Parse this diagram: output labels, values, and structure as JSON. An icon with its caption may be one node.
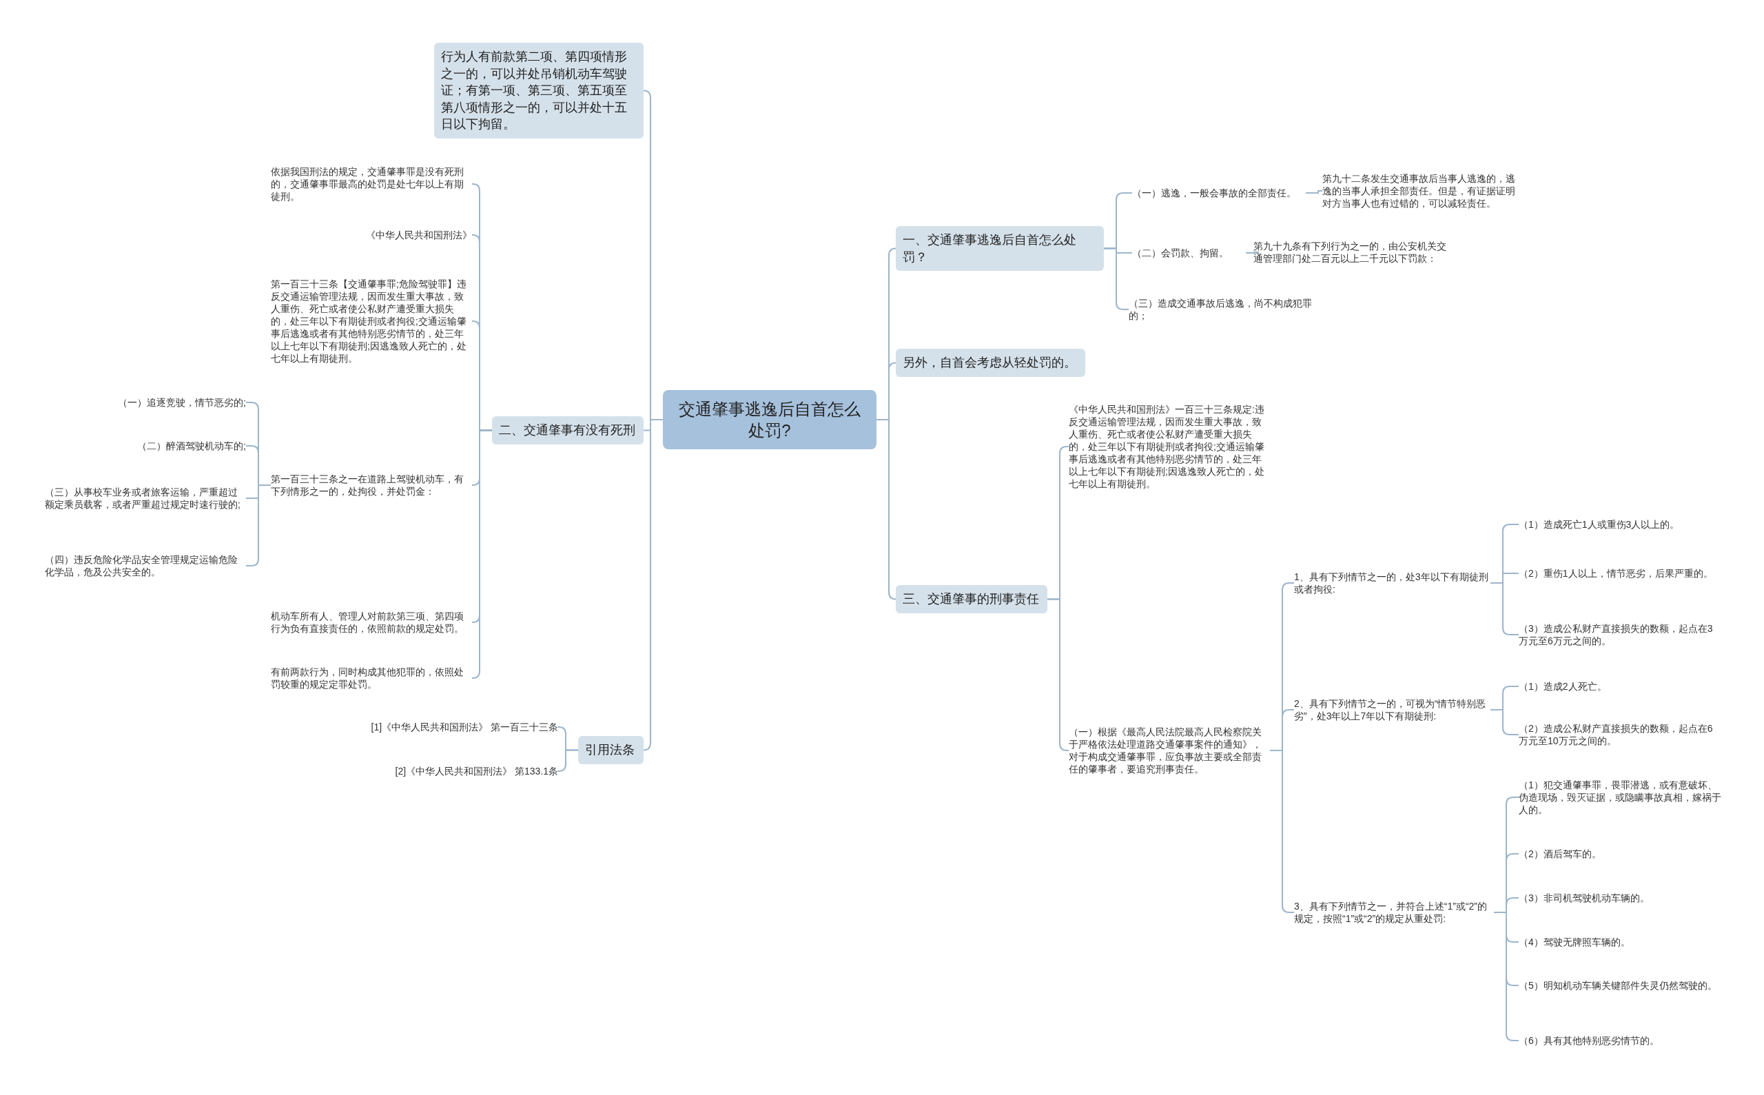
{
  "diagram": {
    "nodes": [
      {
        "text": [
          "交通肇事逃逸后自首怎么处罚?"
        ]
      },
      {
        "text": [
          "行为人有前款第二项、第四项情形之一的，可以并处吊销机动车驾驶证；有第一项、第三项、第五项至第八项情形之一的，可以并处十五日以下拘留。"
        ]
      },
      {
        "text": [
          "二、交通肇事有没有死刑"
        ]
      },
      {
        "text": [
          "依据我国刑法的规定，交通肇事罪是没有死刑的，交通肇事罪最高的处罚是处七年以上有期徒刑。"
        ]
      },
      {
        "text": [
          "《中华人民共和国刑法》"
        ]
      },
      {
        "text": [
          "第一百三十三条【交通肇事罪;危险驾驶罪】违反交通运输管理法规，因而发生重大事故，致人重伤、死亡或者使公私财产遭受重大损失的，处三年以下有期徒刑或者拘役;交通运输肇事后逃逸或者有其他特别恶劣情节的，处三年以上七年以下有期徒刑;因逃逸致人死亡的，处七年以上有期徒刑。"
        ]
      },
      {
        "text": [
          "第一百三十三条之一在道路上驾驶机动车，有下列情形之一的，处拘役，并处罚金："
        ]
      },
      {
        "text": [
          "（一）追逐竞驶，情节恶劣的;"
        ]
      },
      {
        "text": [
          "（二）醉酒驾驶机动车的;"
        ]
      },
      {
        "text": [
          "（三）从事校车业务或者旅客运输，严重超过额定乘员载客，或者严重超过规定时速行驶的;"
        ]
      },
      {
        "text": [
          "（四）违反危险化学品安全管理规定运输危险化学品，危及公共安全的。"
        ]
      },
      {
        "text": [
          "机动车所有人、管理人对前款第三项、第四项行为负有直接责任的，依照前款的规定处罚。"
        ]
      },
      {
        "text": [
          "有前两款行为，同时构成其他犯罪的，依照处罚较重的规定定罪处罚。"
        ]
      },
      {
        "text": [
          "引用法条"
        ]
      },
      {
        "text": [
          "[1]《中华人民共和国刑法》 第一百三十三条"
        ]
      },
      {
        "text": [
          "[2]《中华人民共和国刑法》 第133.1条"
        ]
      },
      {
        "text": [
          "一、交通肇事逃逸后自首怎么处罚？"
        ]
      },
      {
        "text": [
          "（一）逃逸，一般会事故的全部责任。"
        ]
      },
      {
        "text": [
          "第九十二条发生交通事故后当事人逃逸的，逃逸的当事人承担全部责任。但是，有证据证明对方当事人也有过错的，可以减轻责任。"
        ]
      },
      {
        "text": [
          "（二）会罚款、拘留。"
        ]
      },
      {
        "text": [
          "第九十九条有下列行为之一的，由公安机关交通管理部门处二百元以上二千元以下罚款："
        ]
      },
      {
        "text": [
          "（三）造成交通事故后逃逸，尚不构成犯罪的；"
        ]
      },
      {
        "text": [
          "另外，自首会考虑从轻处罚的。"
        ]
      },
      {
        "text": [
          "三、交通肇事的刑事责任"
        ]
      },
      {
        "text": [
          "《中华人民共和国刑法》一百三十三条规定:违反交通运输管理法规，因而发生重大事故，致人重伤、死亡或者使公私财产遭受重大损失的，处三年以下有期徒刑或者拘役;交通运输肇事后逃逸或者有其他特别恶劣情节的，处三年以上七年以下有期徒刑;因逃逸致人死亡的，处七年以上有期徒刑。"
        ]
      },
      {
        "text": [
          "（一）根据《最高人民法院最高人民检察院关于严格依法处理道路交通肇事案件的通知》，对于构成交通肇事罪，应负事故主要或全部责任的肇事者，要追究刑事责任。"
        ]
      },
      {
        "text": [
          "1、具有下列情节之一的，处3年以下有期徒刑或者拘役:"
        ]
      },
      {
        "text": [
          "（1）造成死亡1人或重伤3人以上的。"
        ]
      },
      {
        "text": [
          "（2）重伤1人以上，情节恶劣，后果严重的。"
        ]
      },
      {
        "text": [
          "（3）造成公私财产直接损失的数额，起点在3万元至6万元之间的。"
        ]
      },
      {
        "text": [
          "2、具有下列情节之一的，可视为“情节特别恶劣”，处3年以上7年以下有期徒刑:"
        ]
      },
      {
        "text": [
          "（1）造成2人死亡。"
        ]
      },
      {
        "text": [
          "（2）造成公私财产直接损失的数额，起点在6万元至10万元之间的。"
        ]
      },
      {
        "text": [
          "3、具有下列情节之一，并符合上述“1”或“2”的规定，按照“1”或“2”的规定从重处罚:"
        ]
      },
      {
        "text": [
          "（1）犯交通肇事罪，畏罪潜逃，或有意破坏、伪造现场，毁灭证据，或隐瞒事故真相，嫁祸于人的。"
        ]
      },
      {
        "text": [
          "（2）酒后驾车的。"
        ]
      },
      {
        "text": [
          "（3）非司机驾驶机动车辆的。"
        ]
      },
      {
        "text": [
          "（4）驾驶无牌照车辆的。"
        ]
      },
      {
        "text": [
          "（5）明知机动车辆关键部件失灵仍然驾驶的。"
        ]
      },
      {
        "text": [
          "（6）具有其他特别恶劣情节的。"
        ]
      }
    ],
    "edges": [
      {
        "from": 0,
        "to": 1,
        "arrow": "none"
      },
      {
        "from": 0,
        "to": 2,
        "arrow": "none"
      },
      {
        "from": 2,
        "to": 3,
        "arrow": "none"
      },
      {
        "from": 2,
        "to": 4,
        "arrow": "none"
      },
      {
        "from": 2,
        "to": 5,
        "arrow": "none"
      },
      {
        "from": 2,
        "to": 6,
        "arrow": "none"
      },
      {
        "from": 6,
        "to": 7,
        "arrow": "none"
      },
      {
        "from": 6,
        "to": 8,
        "arrow": "none"
      },
      {
        "from": 6,
        "to": 9,
        "arrow": "none"
      },
      {
        "from": 6,
        "to": 10,
        "arrow": "none"
      },
      {
        "from": 2,
        "to": 11,
        "arrow": "none"
      },
      {
        "from": 2,
        "to": 12,
        "arrow": "none"
      },
      {
        "from": 0,
        "to": 13,
        "arrow": "none"
      },
      {
        "from": 13,
        "to": 14,
        "arrow": "none"
      },
      {
        "from": 13,
        "to": 15,
        "arrow": "none"
      },
      {
        "from": 0,
        "to": 16,
        "arrow": "none"
      },
      {
        "from": 16,
        "to": 17,
        "arrow": "none"
      },
      {
        "from": 17,
        "to": 18,
        "arrow": "none"
      },
      {
        "from": 16,
        "to": 19,
        "arrow": "none"
      },
      {
        "from": 19,
        "to": 20,
        "arrow": "none"
      },
      {
        "from": 16,
        "to": 21,
        "arrow": "none"
      },
      {
        "from": 0,
        "to": 22,
        "arrow": "none"
      },
      {
        "from": 0,
        "to": 23,
        "arrow": "none"
      },
      {
        "from": 23,
        "to": 24,
        "arrow": "none"
      },
      {
        "from": 23,
        "to": 25,
        "arrow": "none"
      },
      {
        "from": 25,
        "to": 26,
        "arrow": "none"
      },
      {
        "from": 26,
        "to": 27,
        "arrow": "none"
      },
      {
        "from": 26,
        "to": 28,
        "arrow": "none"
      },
      {
        "from": 26,
        "to": 29,
        "arrow": "none"
      },
      {
        "from": 25,
        "to": 30,
        "arrow": "none"
      },
      {
        "from": 30,
        "to": 31,
        "arrow": "none"
      },
      {
        "from": 30,
        "to": 32,
        "arrow": "none"
      },
      {
        "from": 25,
        "to": 33,
        "arrow": "none"
      },
      {
        "from": 33,
        "to": 34,
        "arrow": "none"
      },
      {
        "from": 33,
        "to": 35,
        "arrow": "none"
      },
      {
        "from": 33,
        "to": 36,
        "arrow": "none"
      },
      {
        "from": 33,
        "to": 37,
        "arrow": "none"
      },
      {
        "from": 33,
        "to": 38,
        "arrow": "none"
      },
      {
        "from": 33,
        "to": 39,
        "arrow": "none"
      }
    ]
  }
}
